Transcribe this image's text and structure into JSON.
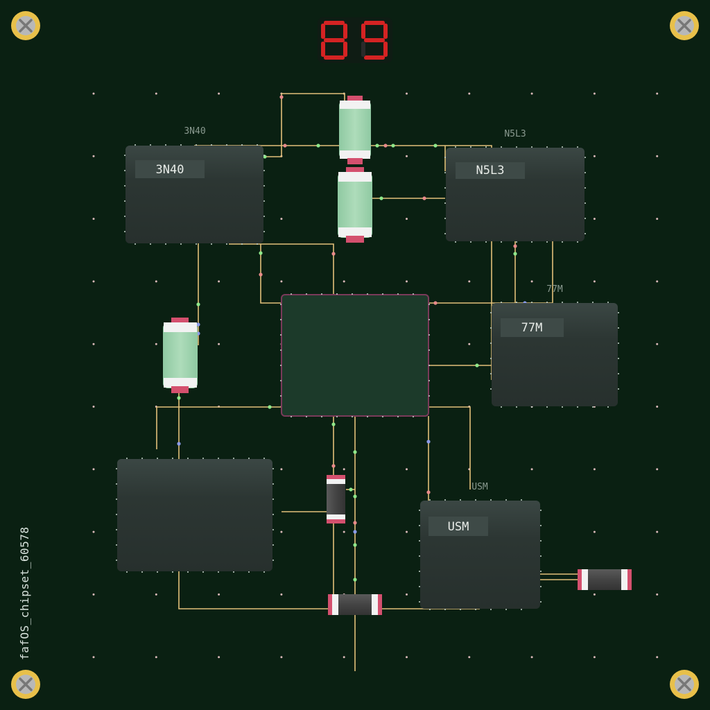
{
  "board_label": "fafOS_chipset_60578",
  "display": {
    "digits": [
      "8",
      "9"
    ]
  },
  "chips": [
    {
      "id": "3N40",
      "label": "3N40",
      "caption": "3N40"
    },
    {
      "id": "N5L3",
      "label": "N5L3",
      "caption": "N5L3"
    },
    {
      "id": "77M",
      "label": "77M",
      "caption": "77M"
    },
    {
      "id": "USM",
      "label": "USM",
      "caption": "USM"
    }
  ],
  "colors": {
    "board": "#0a2012",
    "trace": "#e3c07a",
    "chip_fill": "#2f3a37",
    "cpu_fill": "#1c3a2a",
    "cpu_border": "#7a3a5a",
    "capacitor": "#a6d8b3",
    "capacitor_cap": "#d4506e",
    "segment_on": "#d42323",
    "screw": "#e8c04a"
  }
}
